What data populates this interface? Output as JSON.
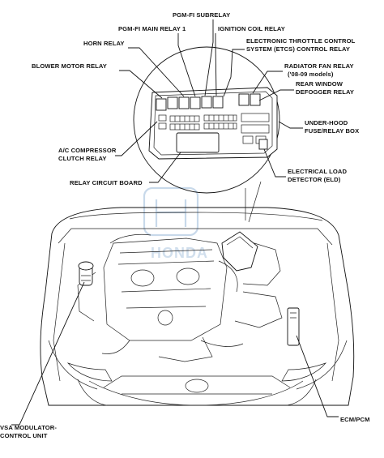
{
  "labels": {
    "pgmfi_subrelay": "PGM-FI SUBRELAY",
    "pgmfi_main_relay_1": "PGM-FI MAIN RELAY 1",
    "ignition_coil_relay": "IGNITION COIL RELAY",
    "horn_relay": "HORN RELAY",
    "etcs_line1": "ELECTRONIC THROTTLE CONTROL",
    "etcs_line2": "SYSTEM (ETCS) CONTROL RELAY",
    "blower_motor_relay": "BLOWER MOTOR RELAY",
    "radiator_fan_line1": "RADIATOR FAN RELAY",
    "radiator_fan_line2": "('08-09 models)",
    "rear_window_line1": "REAR WINDOW",
    "rear_window_line2": "DEFOGGER RELAY",
    "underhood_line1": "UNDER-HOOD",
    "underhood_line2": "FUSE/RELAY BOX",
    "ac_line1": "A/C COMPRESSOR",
    "ac_line2": "CLUTCH RELAY",
    "eld_line1": "ELECTRICAL LOAD",
    "eld_line2": "DETECTOR (ELD)",
    "relay_circuit_board": "RELAY CIRCUIT BOARD",
    "vsa_line1": "VSA MODULATOR-",
    "vsa_line2": "CONTROL UNIT",
    "ecm_pcm": "ECM/PCM"
  },
  "watermark": {
    "text": "HONDA"
  },
  "colors": {
    "ink": "#111111",
    "watermark": "#9bb9d9",
    "background": "#ffffff"
  }
}
